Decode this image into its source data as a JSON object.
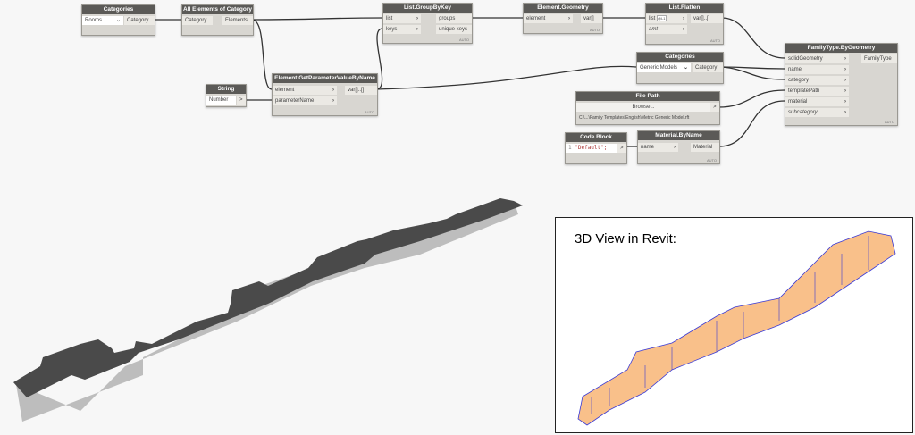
{
  "nodes": {
    "categories1": {
      "title": "Categories",
      "value": "Rooms",
      "output": "Category"
    },
    "all_elements": {
      "title": "All Elements of Category",
      "input": "Category",
      "output": "Elements"
    },
    "group_by_key": {
      "title": "List.GroupByKey",
      "inputs": [
        "list",
        "keys"
      ],
      "outputs": [
        "groups",
        "unique keys"
      ],
      "lacing": "AUTO"
    },
    "element_geometry": {
      "title": "Element.Geometry",
      "input": "element",
      "output": "var[]",
      "lacing": "AUTO"
    },
    "list_flatten": {
      "title": "List.Flatten",
      "inputs": [
        "list",
        "amt"
      ],
      "level": "@L1",
      "output": "var[]..[]",
      "lacing": "AUTO"
    },
    "get_param": {
      "title": "Element.GetParameterValueByName",
      "inputs": [
        "element",
        "parameterName"
      ],
      "output": "var[]..[]",
      "lacing": "AUTO"
    },
    "string": {
      "title": "String",
      "value": "Number",
      "output": ">"
    },
    "categories2": {
      "title": "Categories",
      "value": "Generic Models",
      "output": "Category"
    },
    "file_path": {
      "title": "File Path",
      "button": "Browse...",
      "path": "C:\\...\\Family Templates\\English\\Metric Generic Model.rft",
      "output": ">"
    },
    "code_block": {
      "title": "Code Block",
      "line": "1",
      "code": "\"Default\";",
      "output": ">"
    },
    "material_by_name": {
      "title": "Material.ByName",
      "input": "name",
      "output": "Material",
      "lacing": "AUTO"
    },
    "family_type": {
      "title": "FamilyType.ByGeometry",
      "inputs": [
        "solidGeometry",
        "name",
        "category",
        "templatePath",
        "material",
        "subcategory"
      ],
      "output": "FamilyType",
      "lacing": "AUTO"
    }
  },
  "inset": {
    "title": "3D View in Revit:"
  },
  "colors": {
    "node_header": "#5b5a57",
    "node_body": "#d8d6d1",
    "model_top": "#4a4a4a",
    "model_side": "#bdbdbd",
    "revit_fill": "#f9c08a",
    "revit_edge": "#3b3bd6"
  }
}
